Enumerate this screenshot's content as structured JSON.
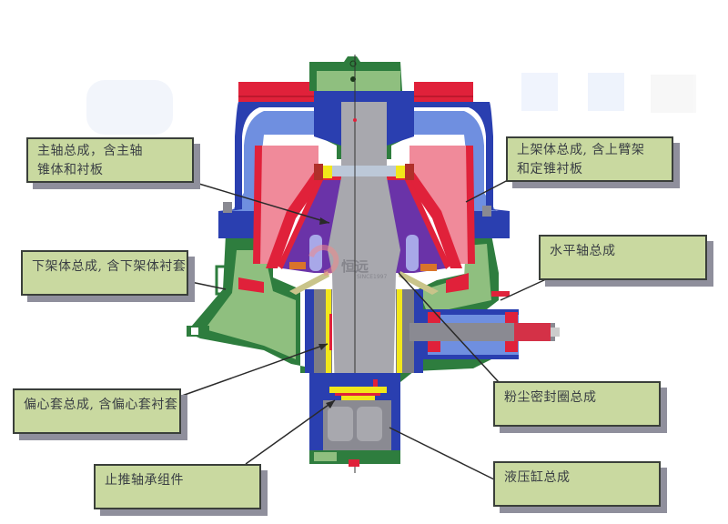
{
  "diagram": {
    "title": "Cone crusher cross-section component diagram",
    "watermark": {
      "brand": "恒远",
      "text": "SINCE1997"
    },
    "colors": {
      "label_bg": "#c9d9a0",
      "label_border": "#3a3f3a",
      "label_shadow": "#8f8f9c",
      "frame_green": "#2e7d3e",
      "frame_green_light": "#8fbf7f",
      "blue_dark": "#2a3fb0",
      "blue_light": "#6f8fe0",
      "red": "#e0213a",
      "pink": "#f08a9a",
      "purple": "#6a33a8",
      "gray_shaft": "#a8a8ae",
      "yellow": "#f2e71a"
    },
    "labels": [
      {
        "id": "main-shaft",
        "lines": [
          "主轴总成，含主轴",
          "锥体和衬板"
        ]
      },
      {
        "id": "upper-frame",
        "lines": [
          "上架体总成, 含上臂架",
          "和定锥衬板"
        ]
      },
      {
        "id": "lower-frame",
        "lines": [
          "下架体总成, 含下架体衬套"
        ]
      },
      {
        "id": "horizontal-shaft",
        "lines": [
          "水平轴总成"
        ]
      },
      {
        "id": "eccentric",
        "lines": [
          "偏心套总成, 含偏心套衬套"
        ]
      },
      {
        "id": "dust-seal",
        "lines": [
          "粉尘密封圈总成"
        ]
      },
      {
        "id": "thrust-bearing",
        "lines": [
          "止推轴承组件"
        ]
      },
      {
        "id": "hydraulic-cylinder",
        "lines": [
          "液压缸总成"
        ]
      }
    ]
  }
}
